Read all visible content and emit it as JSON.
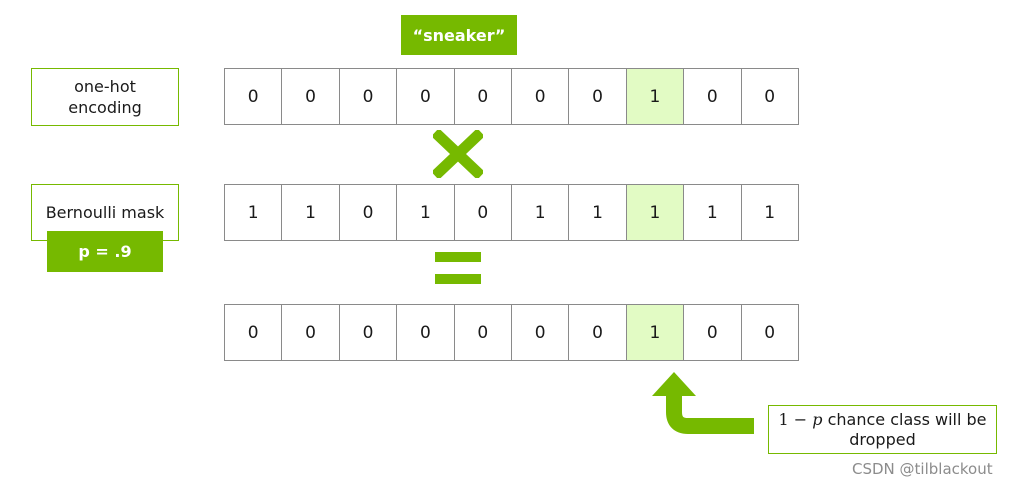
{
  "class_tag": "“sneaker”",
  "one_hot_label": "one-hot\nencoding",
  "mask_label": "Bernoulli mask",
  "p_tag": "p = .9",
  "rows": {
    "one_hot": [
      "0",
      "0",
      "0",
      "0",
      "0",
      "0",
      "0",
      "1",
      "0",
      "0"
    ],
    "mask": [
      "1",
      "1",
      "0",
      "1",
      "0",
      "1",
      "1",
      "1",
      "1",
      "1"
    ],
    "result": [
      "0",
      "0",
      "0",
      "0",
      "0",
      "0",
      "0",
      "1",
      "0",
      "0"
    ]
  },
  "highlight_index": 7,
  "note": {
    "math_prefix": "1 − ",
    "math_var": "p",
    "text": " chance class will be dropped"
  },
  "watermark": "CSDN @tilblackout",
  "colors": {
    "accent": "#76b900",
    "highlight": "#e2fbc4"
  },
  "operators": [
    "multiply-icon",
    "equals-icon"
  ]
}
